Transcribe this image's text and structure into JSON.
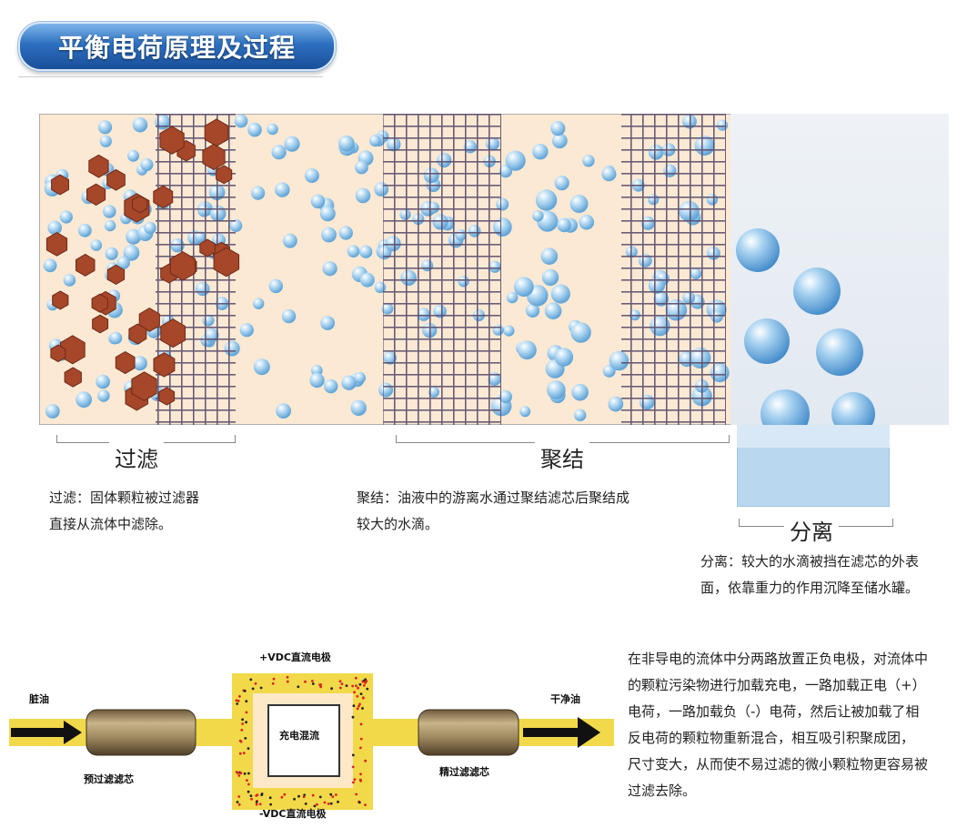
{
  "title": "平衡电荷原理及过程",
  "stages": {
    "filter": {
      "label": "过滤",
      "desc_line1": "过滤：固体颗粒被过滤器",
      "desc_line2": "直接从流体中滤除。"
    },
    "coalesce": {
      "label": "聚结",
      "desc_line1": "聚结：油液中的游离水通过聚结滤芯后聚结成",
      "desc_line2": "较大的水滴。"
    },
    "separate": {
      "label": "分离",
      "desc_line1": "分离：较大的水滴被挡在滤芯的外表",
      "desc_line2": "面，依靠重力的作用沉降至储水罐。"
    }
  },
  "diagram": {
    "dirty_oil": "脏油",
    "clean_oil": "干净油",
    "positive_electrode": "+VDC直流电极",
    "negative_electrode": "-VDC直流电极",
    "mixing": "充电混流",
    "pre_filter": "预过滤滤芯",
    "fine_filter": "精过滤滤芯"
  },
  "explanation": [
    "在非导电的流体中分两路放置正负电极，对流体中",
    "的颗粒污染物进行加载充电，一路加载正电（+）",
    "电荷，一路加载负（-）电荷，然后让被加载了相",
    "反电荷的颗粒物重新混合，相互吸引积聚成团，",
    "尺寸变大，从而使不易过滤的微小颗粒物更容易被",
    "过滤去除。"
  ],
  "colors": {
    "title_blue": "#2c6fbf",
    "oil_yellow": "#f2d94a",
    "particle_brown": "#a6472a",
    "droplet_blue": "#8cc3ea"
  }
}
